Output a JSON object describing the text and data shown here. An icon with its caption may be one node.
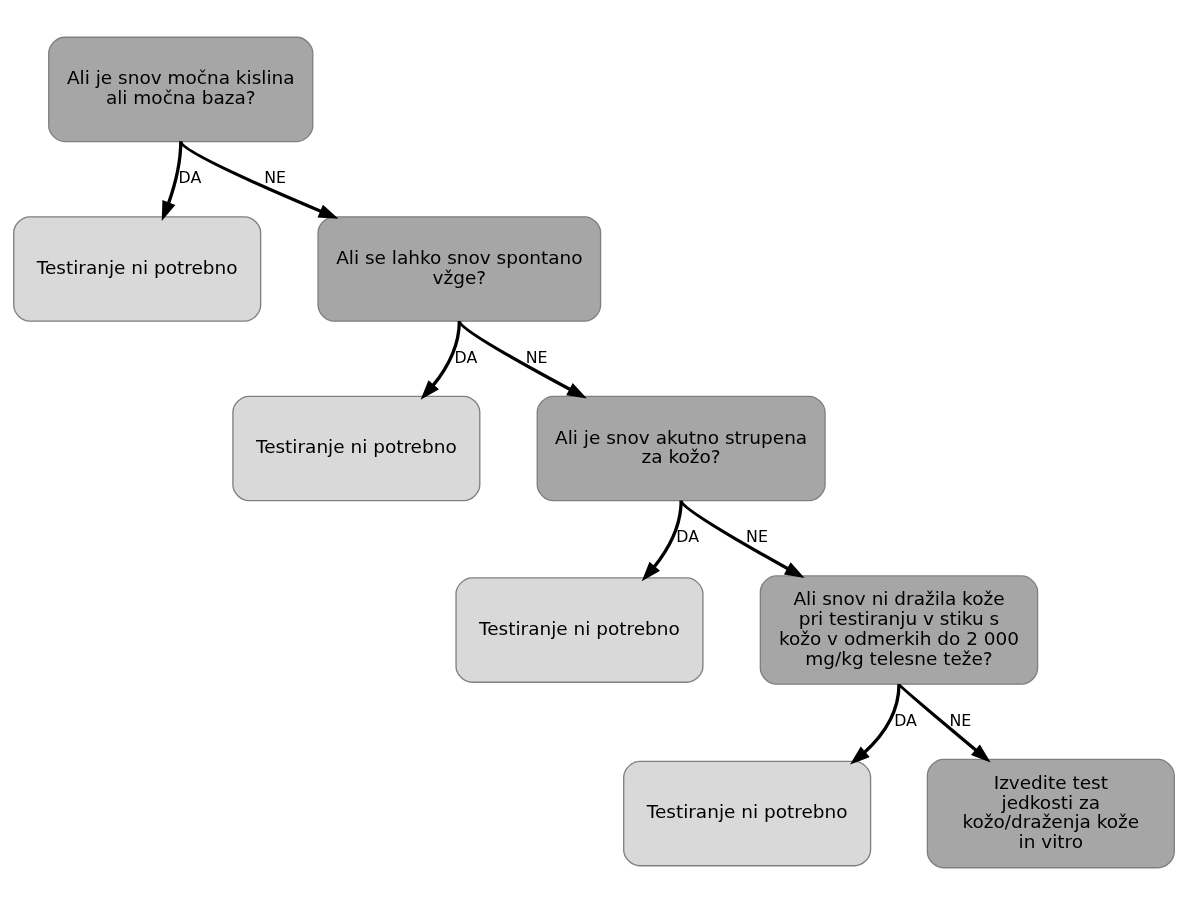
{
  "diagram": {
    "nodes": [
      {
        "text": [
          "Ali je snov močna kislina ali močna baza?"
        ]
      },
      {
        "text": [
          "Testiranje ni potrebno"
        ]
      },
      {
        "text": [
          "Ali se lahko snov spontano vžge?"
        ]
      },
      {
        "text": [
          "Testiranje ni potrebno"
        ]
      },
      {
        "text": [
          "Ali je snov akutno strupena za kožo?"
        ]
      },
      {
        "text": [
          "Testiranje ni potrebno"
        ]
      },
      {
        "text": [
          "Ali snov ni dražila kože pri testiranju v stiku s kožo v odmerkih do 2 000 mg/kg telesne teže?"
        ]
      },
      {
        "text": [
          "Testiranje ni potrebno"
        ]
      },
      {
        "text": [
          "Izvedite test jedkosti za kožo/draženja kože in vitro"
        ]
      }
    ],
    "edges": [
      {
        "from": 0,
        "to": 1,
        "arrow": "to",
        "label": "DA"
      },
      {
        "from": 0,
        "to": 2,
        "arrow": "to",
        "label": "NE"
      },
      {
        "from": 2,
        "to": 3,
        "arrow": "to",
        "label": "DA"
      },
      {
        "from": 2,
        "to": 4,
        "arrow": "to",
        "label": "NE"
      },
      {
        "from": 4,
        "to": 5,
        "arrow": "to",
        "label": "DA"
      },
      {
        "from": 4,
        "to": 6,
        "arrow": "to",
        "label": "NE"
      },
      {
        "from": 6,
        "to": 7,
        "arrow": "to",
        "label": "DA"
      },
      {
        "from": 6,
        "to": 8,
        "arrow": "to",
        "label": "NE"
      }
    ]
  }
}
